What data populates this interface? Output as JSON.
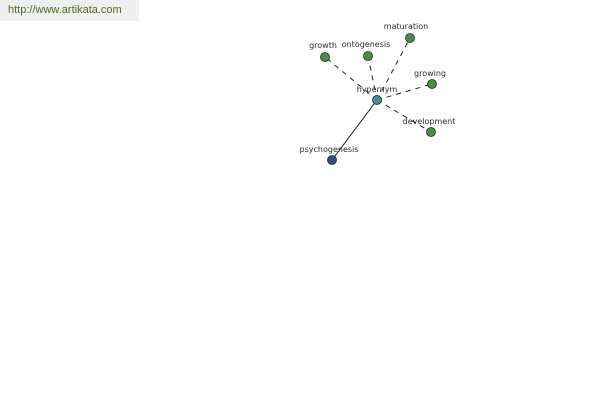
{
  "link": {
    "text": "http://www.artikata.com"
  },
  "graph": {
    "center": {
      "label": "hypernym"
    },
    "nodes": [
      {
        "label": "growth"
      },
      {
        "label": "ontogenesis"
      },
      {
        "label": "maturation"
      },
      {
        "label": "growing"
      },
      {
        "label": "development"
      },
      {
        "label": "psychogenesis"
      }
    ]
  },
  "colors": {
    "link_text": "#4f6b1f",
    "link_bg": "#efefef",
    "label_text": "#2a2a2a",
    "edge": "#222222",
    "center_node": "#4a8f8f",
    "related_node": "#4e8a4e",
    "hyponym_node": "#3a4a8a",
    "node_stroke": "#1e2e1e"
  }
}
